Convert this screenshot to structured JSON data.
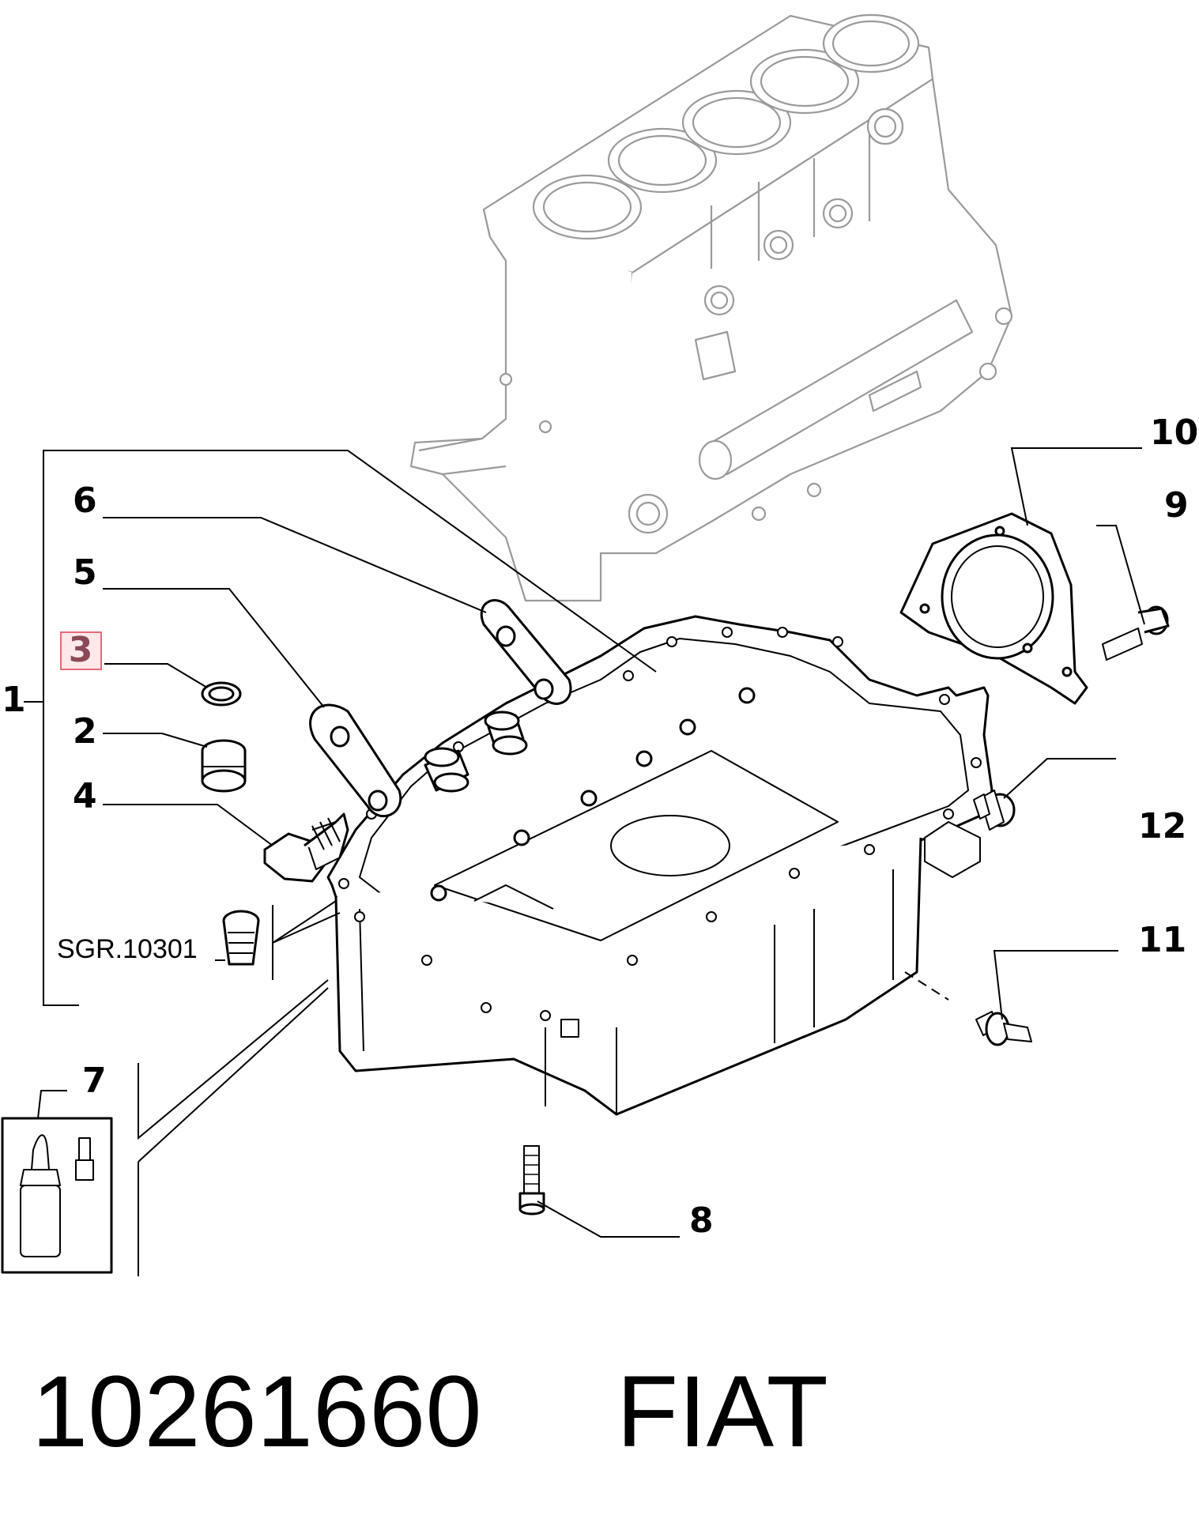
{
  "callouts": {
    "c1": "1",
    "c2": "2",
    "c3": "3",
    "c4": "4",
    "c5": "5",
    "c6": "6",
    "c7": "7",
    "c8": "8",
    "c9": "9",
    "c10": "10",
    "c11": "11",
    "c12": "12"
  },
  "reference_label": "SGR.10301",
  "highlighted_callout_color": "#e56a7a",
  "footer": {
    "part_number": "10261660",
    "brand": "FIAT"
  }
}
